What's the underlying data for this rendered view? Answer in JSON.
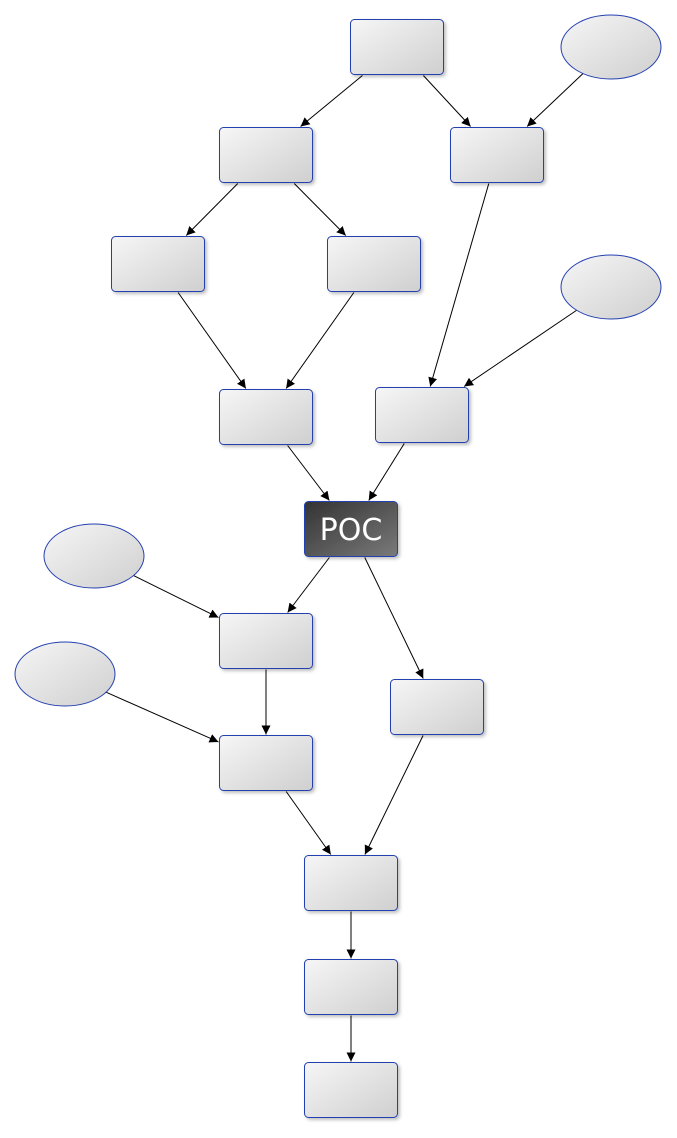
{
  "diagram": {
    "colors": {
      "node_border": "#2440b0",
      "node_fill_light": "#f4f4f4",
      "node_fill_dark": "#d0d0d0",
      "poc_fill_dark": "#3a3a3a",
      "poc_fill_light": "#777777",
      "poc_text": "#ffffff",
      "edge": "#000000"
    },
    "nodes": [
      {
        "id": "n1",
        "shape": "rect",
        "label": ""
      },
      {
        "id": "n2",
        "shape": "rect",
        "label": ""
      },
      {
        "id": "n3",
        "shape": "rect",
        "label": ""
      },
      {
        "id": "e1",
        "shape": "ellipse",
        "label": ""
      },
      {
        "id": "n4",
        "shape": "rect",
        "label": ""
      },
      {
        "id": "n5",
        "shape": "rect",
        "label": ""
      },
      {
        "id": "e2",
        "shape": "ellipse",
        "label": ""
      },
      {
        "id": "n6",
        "shape": "rect",
        "label": ""
      },
      {
        "id": "n7",
        "shape": "rect",
        "label": ""
      },
      {
        "id": "poc",
        "shape": "rect",
        "label": "POC",
        "highlight": true
      },
      {
        "id": "e3",
        "shape": "ellipse",
        "label": ""
      },
      {
        "id": "e4",
        "shape": "ellipse",
        "label": ""
      },
      {
        "id": "n8",
        "shape": "rect",
        "label": ""
      },
      {
        "id": "n9",
        "shape": "rect",
        "label": ""
      },
      {
        "id": "n10",
        "shape": "rect",
        "label": ""
      },
      {
        "id": "n11",
        "shape": "rect",
        "label": ""
      },
      {
        "id": "n12",
        "shape": "rect",
        "label": ""
      },
      {
        "id": "n13",
        "shape": "rect",
        "label": ""
      }
    ],
    "edges": [
      {
        "from": "n1",
        "to": "n2"
      },
      {
        "from": "n1",
        "to": "n3"
      },
      {
        "from": "e1",
        "to": "n3"
      },
      {
        "from": "n2",
        "to": "n4"
      },
      {
        "from": "n2",
        "to": "n5"
      },
      {
        "from": "n3",
        "to": "n7"
      },
      {
        "from": "e2",
        "to": "n7"
      },
      {
        "from": "n4",
        "to": "n6"
      },
      {
        "from": "n5",
        "to": "n6"
      },
      {
        "from": "n6",
        "to": "poc"
      },
      {
        "from": "n7",
        "to": "poc"
      },
      {
        "from": "poc",
        "to": "n8"
      },
      {
        "from": "poc",
        "to": "n9"
      },
      {
        "from": "e3",
        "to": "n8"
      },
      {
        "from": "n8",
        "to": "n10"
      },
      {
        "from": "e4",
        "to": "n10"
      },
      {
        "from": "n10",
        "to": "n11"
      },
      {
        "from": "n9",
        "to": "n11"
      },
      {
        "from": "n11",
        "to": "n12"
      },
      {
        "from": "n12",
        "to": "n13"
      }
    ]
  }
}
